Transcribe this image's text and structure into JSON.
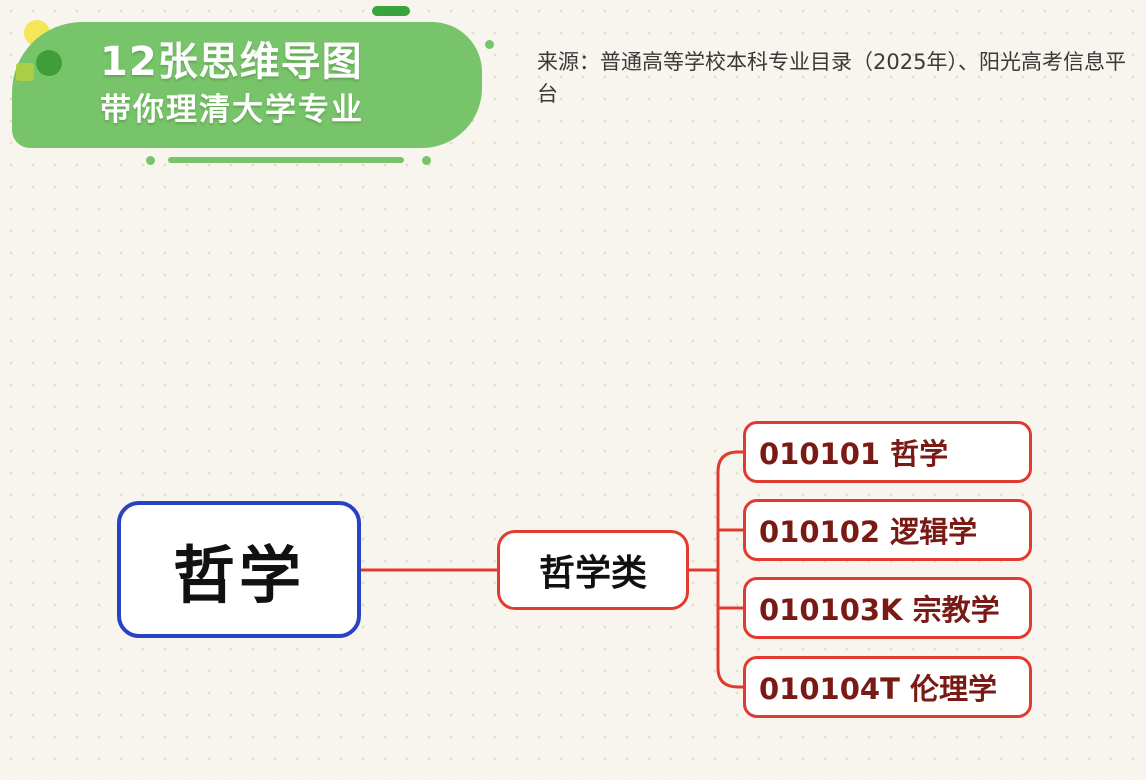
{
  "header": {
    "title": "12张思维导图",
    "subtitle": "带你理清大学专业"
  },
  "source": {
    "text": "来源：普通高等学校本科专业目录（2025年）、阳光高考信息平台"
  },
  "mindmap": {
    "root": "哲学",
    "category": "哲学类",
    "majors": [
      {
        "label": "010101 哲学"
      },
      {
        "label": "010102 逻辑学"
      },
      {
        "label": "010103K 宗教学"
      },
      {
        "label": "010104T 伦理学"
      }
    ]
  },
  "colors": {
    "banner_green": "#78c46a",
    "root_border_blue": "#2942c4",
    "branch_red": "#e23a2e",
    "major_text_darkred": "#7a1a14",
    "background": "#f8f5ef"
  }
}
